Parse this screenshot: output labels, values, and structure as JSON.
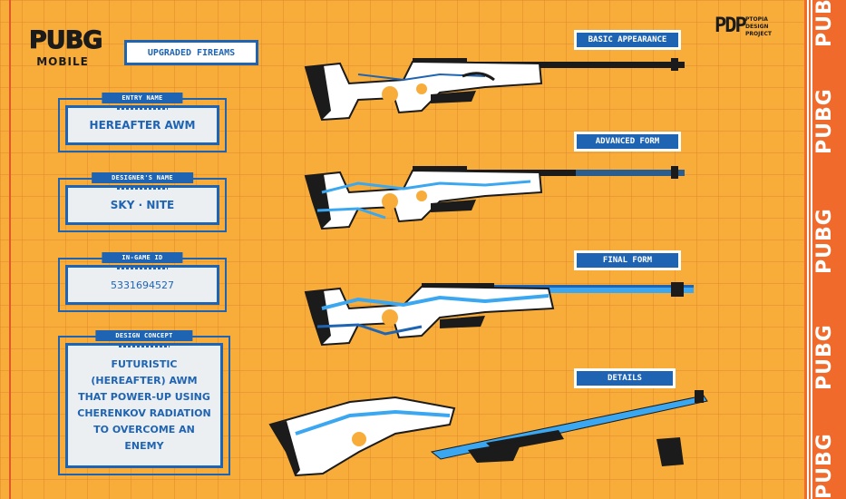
{
  "logo": {
    "word": "PUBG",
    "sub": "MOBILE"
  },
  "tag": {
    "upgraded": "UPGRADED FIREAMS"
  },
  "panels": {
    "entry": {
      "label": "ENTRY NAME",
      "value": "HEREAFTER AWM"
    },
    "designer": {
      "label": "DESIGNER'S NAME",
      "value": "SKY · NITE"
    },
    "ingame": {
      "label": "IN-GAME ID",
      "value": "5331694527"
    },
    "concept": {
      "label": "DESIGN CONCEPT",
      "value": "FUTURISTIC (HEREAFTER) AWM THAT POWER-UP USING CHERENKOV RADIATION TO OVERCOME AN ENEMY"
    }
  },
  "forms": {
    "basic": "BASIC APPEARANCE",
    "advanced": "ADVANCED FORM",
    "final": "FINAL FORM",
    "details": "DETAILS"
  },
  "pdp": {
    "mark": "PDP",
    "line1": "PTOPIA",
    "line2": "DESIGN",
    "line3": "PROJECT"
  },
  "strip": {
    "word": "PUBG"
  },
  "colors": {
    "background": "#f8ad3a",
    "accent_blue": "#1f64b3",
    "strip_orange": "#ef6a2b",
    "panel_fill": "#eceff2",
    "dark": "#1b1b1b",
    "glow_blue": "#3aa7f0"
  }
}
